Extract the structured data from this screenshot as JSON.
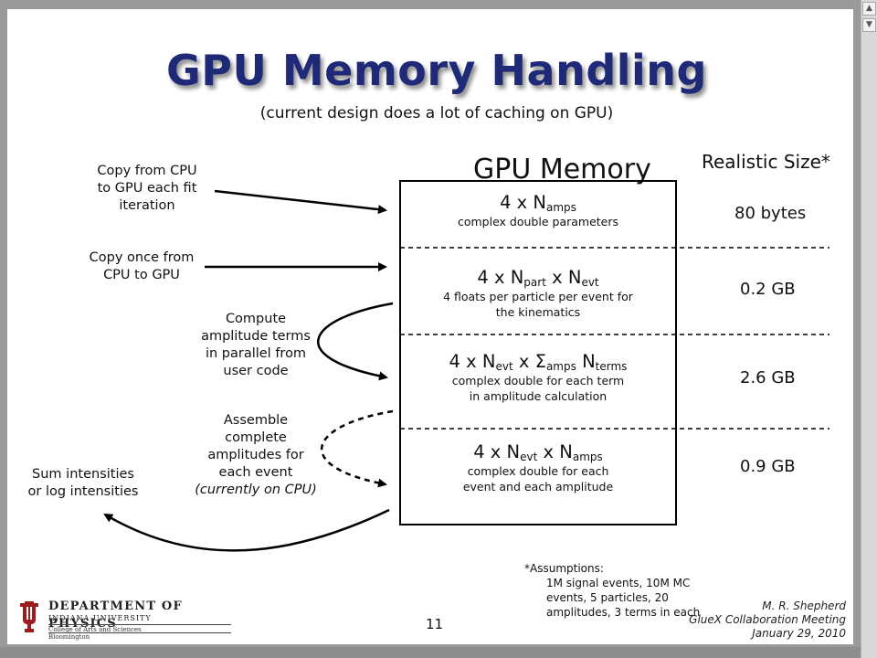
{
  "title": "GPU Memory Handling",
  "subtitle": "(current design does a lot of caching on GPU)",
  "memory_header": "GPU Memory",
  "size_header": "Realistic Size*",
  "left_labels": {
    "copy_each_fit": [
      "Copy from CPU",
      "to GPU each fit",
      "iteration"
    ],
    "copy_once": [
      "Copy once from",
      "CPU to GPU"
    ],
    "compute": [
      "Compute",
      "amplitude terms",
      "in parallel from",
      "user code"
    ],
    "assemble": [
      "Assemble",
      "complete",
      "amplitudes for",
      "each event"
    ],
    "assemble_note": "(currently on CPU)",
    "sum": [
      "Sum intensities",
      "or log intensities"
    ]
  },
  "rows": [
    {
      "main_prefix": "4 x N",
      "main_sub": "amps",
      "main_rest": "",
      "desc": [
        "complex double parameters"
      ],
      "size": "80 bytes"
    },
    {
      "main_prefix": "4 x N",
      "main_sub": "part",
      "main_rest": " x N",
      "main_sub2": "evt",
      "desc": [
        "4 floats per particle per event for",
        "the kinematics"
      ],
      "size": "0.2 GB"
    },
    {
      "main_prefix": "4 x N",
      "main_sub": "evt",
      "main_rest": " x Σ",
      "main_sub2": "amps",
      "main_rest2": " N",
      "main_sub3": "terms",
      "desc": [
        "complex double for each term",
        "in amplitude calculation"
      ],
      "size": "2.6 GB"
    },
    {
      "main_prefix": "4 x N",
      "main_sub": "evt",
      "main_rest": " x N",
      "main_sub2": "amps",
      "desc": [
        "complex double for each",
        "event and each amplitude"
      ],
      "size": "0.9 GB"
    }
  ],
  "assumptions": {
    "heading": "*Assumptions:",
    "lines": [
      "1M signal events, 10M MC",
      "events, 5 particles, 20",
      "amplitudes, 3 terms in each"
    ]
  },
  "page_number": "11",
  "author": [
    "M. R. Shepherd",
    "GlueX Collaboration Meeting",
    "January 29, 2010"
  ],
  "logo": {
    "department": "DEPARTMENT OF PHYSICS",
    "university": "INDIANA UNIVERSITY",
    "college": [
      "College of Arts and Sciences",
      "Bloomington"
    ]
  },
  "colors": {
    "title": "#1e2a78",
    "logo_red": "#9d1c20",
    "window_bg": "#9a9a9a"
  }
}
